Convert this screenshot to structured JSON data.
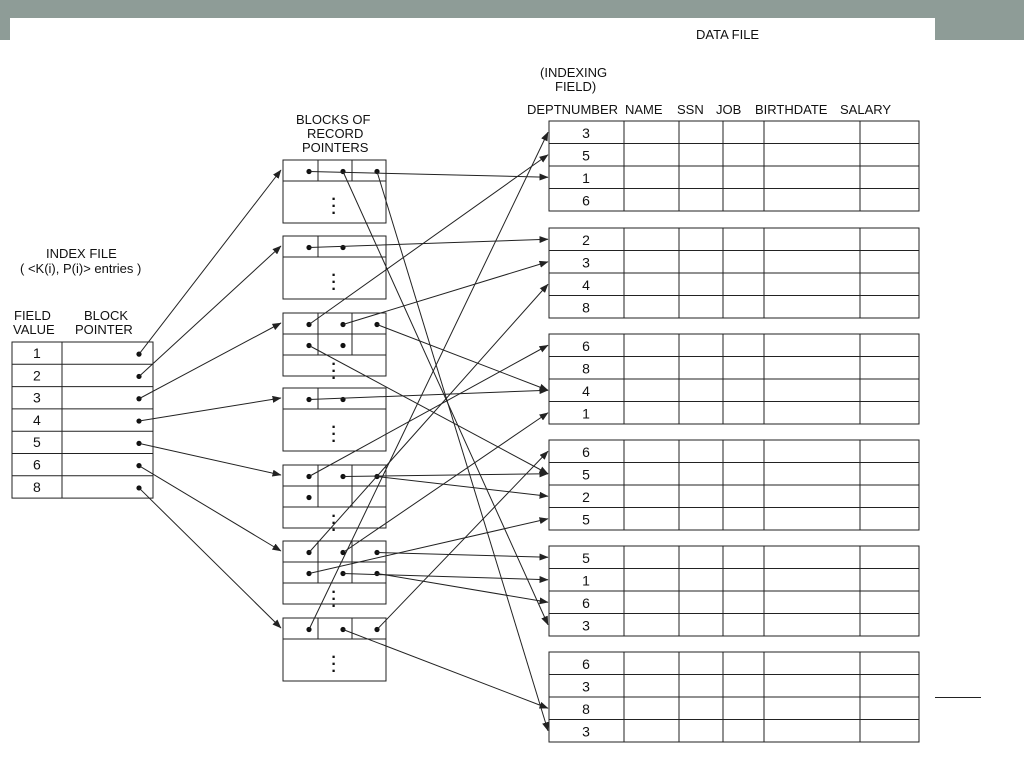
{
  "colors": {
    "band": "#8e9c97",
    "line": "#222222",
    "ink": "#111111"
  },
  "labels": {
    "data_file": "DATA FILE",
    "indexing_field_1": "(INDEXING",
    "indexing_field_2": "FIELD)",
    "blocks_1": "BLOCKS OF",
    "blocks_2": "RECORD",
    "blocks_3": "POINTERS",
    "index_file": "INDEX FILE",
    "index_entries": "( <K(i), P(i)> entries )",
    "field_value_1": "FIELD",
    "field_value_2": "VALUE",
    "block_pointer_1": "BLOCK",
    "block_pointer_2": "POINTER"
  },
  "columns": [
    "DEPTNUMBER",
    "NAME",
    "SSN",
    "JOB",
    "BIRTHDATE",
    "SALARY"
  ],
  "index_values": [
    "1",
    "2",
    "3",
    "4",
    "5",
    "6",
    "8"
  ],
  "pointer_blocks": [
    {
      "filled_rows": 1,
      "row1": 3,
      "row2": 0
    },
    {
      "filled_rows": 1,
      "row1": 2,
      "row2": 0
    },
    {
      "filled_rows": 2,
      "row1": 3,
      "row2": 2
    },
    {
      "filled_rows": 1,
      "row1": 2,
      "row2": 0
    },
    {
      "filled_rows": 2,
      "row1": 3,
      "row2": 1
    },
    {
      "filled_rows": 2,
      "row1": 3,
      "row2": 3
    },
    {
      "filled_rows": 1,
      "row1": 3,
      "row2": 0
    }
  ],
  "data_blocks": [
    [
      "3",
      "5",
      "1",
      "6"
    ],
    [
      "2",
      "3",
      "4",
      "8"
    ],
    [
      "6",
      "8",
      "4",
      "1"
    ],
    [
      "6",
      "5",
      "2",
      "5"
    ],
    [
      "5",
      "1",
      "6",
      "3"
    ],
    [
      "6",
      "3",
      "8",
      "3"
    ]
  ]
}
